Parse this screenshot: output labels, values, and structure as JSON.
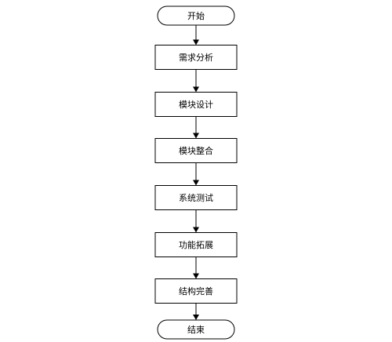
{
  "diagram": {
    "nodes": [
      {
        "id": "start",
        "shape": "terminal",
        "label": "开始"
      },
      {
        "id": "step1",
        "shape": "process",
        "label": "需求分析"
      },
      {
        "id": "step2",
        "shape": "process",
        "label": "模块设计"
      },
      {
        "id": "step3",
        "shape": "process",
        "label": "模块整合"
      },
      {
        "id": "step4",
        "shape": "process",
        "label": "系统测试"
      },
      {
        "id": "step5",
        "shape": "process",
        "label": "功能拓展"
      },
      {
        "id": "step6",
        "shape": "process",
        "label": "结构完善"
      },
      {
        "id": "end",
        "shape": "terminal",
        "label": "结束"
      }
    ],
    "edges": [
      {
        "from": "start",
        "to": "step1"
      },
      {
        "from": "step1",
        "to": "step2"
      },
      {
        "from": "step2",
        "to": "step3"
      },
      {
        "from": "step3",
        "to": "step4"
      },
      {
        "from": "step4",
        "to": "step5"
      },
      {
        "from": "step5",
        "to": "step6"
      },
      {
        "from": "step6",
        "to": "end"
      }
    ],
    "colors": {
      "stroke": "#000000",
      "fill": "#ffffff",
      "text": "#000000"
    }
  }
}
